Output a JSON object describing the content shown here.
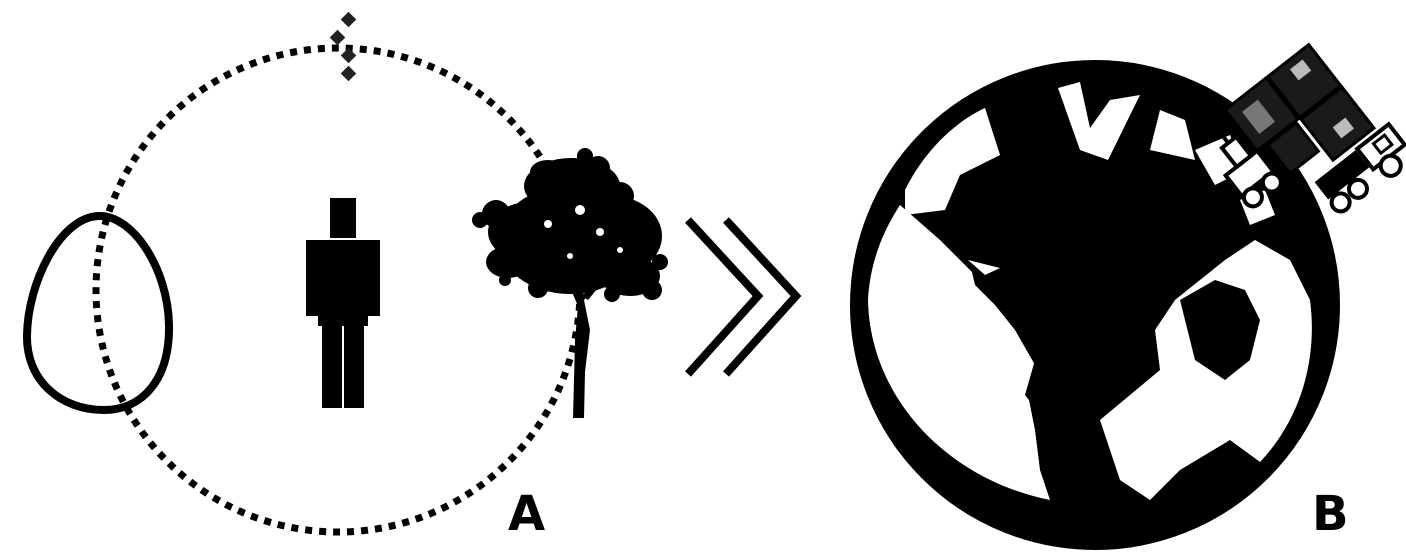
{
  "panels": {
    "a": {
      "label": "A"
    },
    "b": {
      "label": "B"
    }
  },
  "colors": {
    "ink": "#000000",
    "background": "#ffffff",
    "machinery_dark": "#1a1a1a",
    "machinery_grey": "#777777",
    "machinery_light": "#bbbbbb"
  },
  "icons": {
    "panel_a": [
      "dotted-circle",
      "egg-outline-icon",
      "person-icon",
      "tree-icon",
      "diamond-marker-icon"
    ],
    "transition": "double-chevron-right-icon",
    "panel_b": [
      "globe-icon",
      "machinery-icon"
    ]
  }
}
